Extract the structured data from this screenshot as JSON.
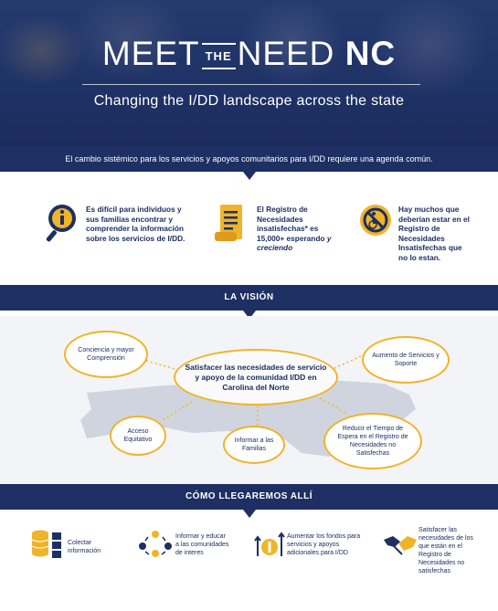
{
  "header": {
    "title_meet": "MEET",
    "title_the": "THE",
    "title_need": "NEED",
    "title_nc": "NC",
    "subtitle": "Changing the I/DD landscape across the state"
  },
  "banner": "El cambio sistémico para los servicios y apoyos comunitarios para I/DD requiere una agenda común.",
  "problems": [
    {
      "icon": "info-magnifier-icon",
      "text": "Es difícil para individuos y sus familias encontrar y comprender la información sobre los servicios de I/DD."
    },
    {
      "icon": "scroll-list-icon",
      "text_main": "El Registro de Necesidades insatisfechas* es 15,000+ esperando",
      "text_em": "y creciendo"
    },
    {
      "icon": "no-wheelchair-icon",
      "text": "Hay muchos que deberían estar en el Registro de Necesidades Insatisfechas que no lo estan."
    }
  ],
  "vision": {
    "heading": "LA VISIÓN",
    "center": "Satisfacer las necesidades de servicio y apoyo de la comunidad I/DD en Carolina del Norte",
    "goals": [
      "Conciencia y mayor Comprensión",
      "Aumento de Servicios y Soporte",
      "Acceso Equitativo",
      "Informar a las Familias",
      "Reducir el Tiempo de Espera en el Registro de Necesidades no Satisfechas"
    ]
  },
  "route": {
    "heading": "CÓMO LLEGAREMOS ALLÍ",
    "steps": [
      {
        "icon": "database-icon",
        "text": "Colectar información"
      },
      {
        "icon": "community-icon",
        "text": "Informar y educar a las comunidades de interes"
      },
      {
        "icon": "funding-growth-icon",
        "text": "Aumentar los fondos para servicios y apoyos adicionales para I/DD"
      },
      {
        "icon": "handshake-icon",
        "text": "Satisfacer las necesidades de los que están en el Registro de Necesidades no satisfechas"
      }
    ]
  },
  "colors": {
    "navy": "#1d2f63",
    "gold": "#f0b429"
  }
}
